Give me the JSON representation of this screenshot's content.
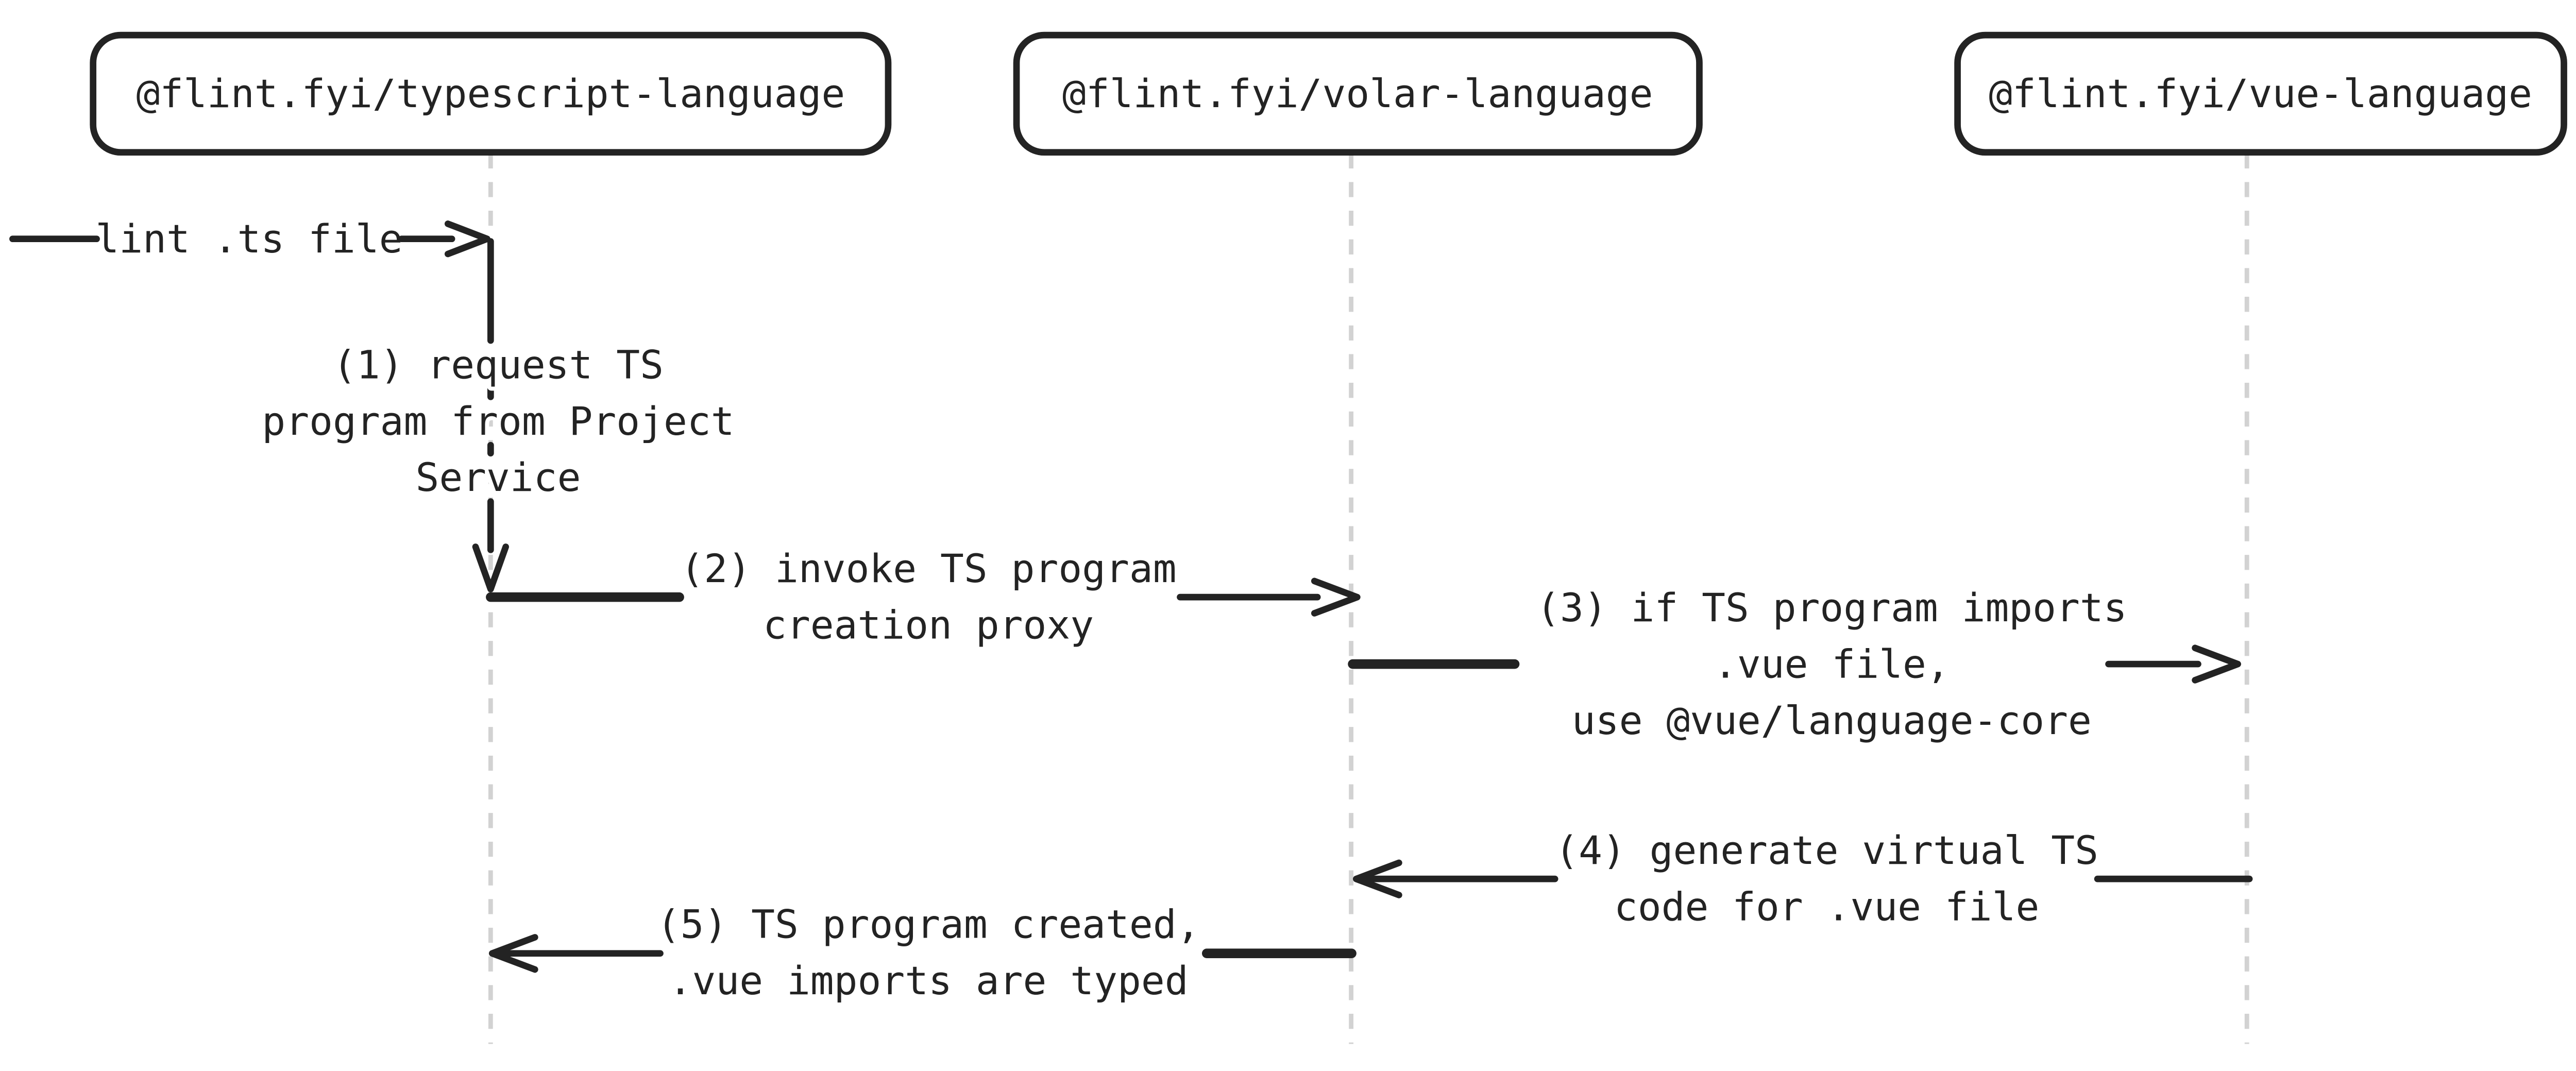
{
  "actors": [
    {
      "id": "typescript",
      "label": "@flint.fyi/typescript-language"
    },
    {
      "id": "volar",
      "label": "@flint.fyi/volar-language"
    },
    {
      "id": "vue",
      "label": "@flint.fyi/vue-language"
    }
  ],
  "messages": [
    {
      "id": "lint-ts-file",
      "from": "external",
      "to": "typescript",
      "direction": "right",
      "lines": [
        "lint .ts file"
      ]
    },
    {
      "id": "msg-1",
      "from": "typescript",
      "to": "typescript",
      "direction": "down",
      "lines": [
        "(1) request TS",
        "program from Project",
        "Service"
      ]
    },
    {
      "id": "msg-2",
      "from": "typescript",
      "to": "volar",
      "direction": "right",
      "lines": [
        "(2) invoke TS program",
        "creation proxy"
      ]
    },
    {
      "id": "msg-3",
      "from": "volar",
      "to": "vue",
      "direction": "right",
      "lines": [
        "(3) if TS program imports",
        ".vue file,",
        "use @vue/language-core"
      ]
    },
    {
      "id": "msg-4",
      "from": "vue",
      "to": "volar",
      "direction": "left",
      "lines": [
        "(4) generate virtual TS",
        "code for .vue file"
      ]
    },
    {
      "id": "msg-5",
      "from": "volar",
      "to": "typescript",
      "direction": "left",
      "lines": [
        "(5) TS program created,",
        ".vue imports are typed"
      ]
    }
  ],
  "colors": {
    "ink": "#232323",
    "lifeline": "#d2d2d2",
    "background": "#ffffff"
  }
}
